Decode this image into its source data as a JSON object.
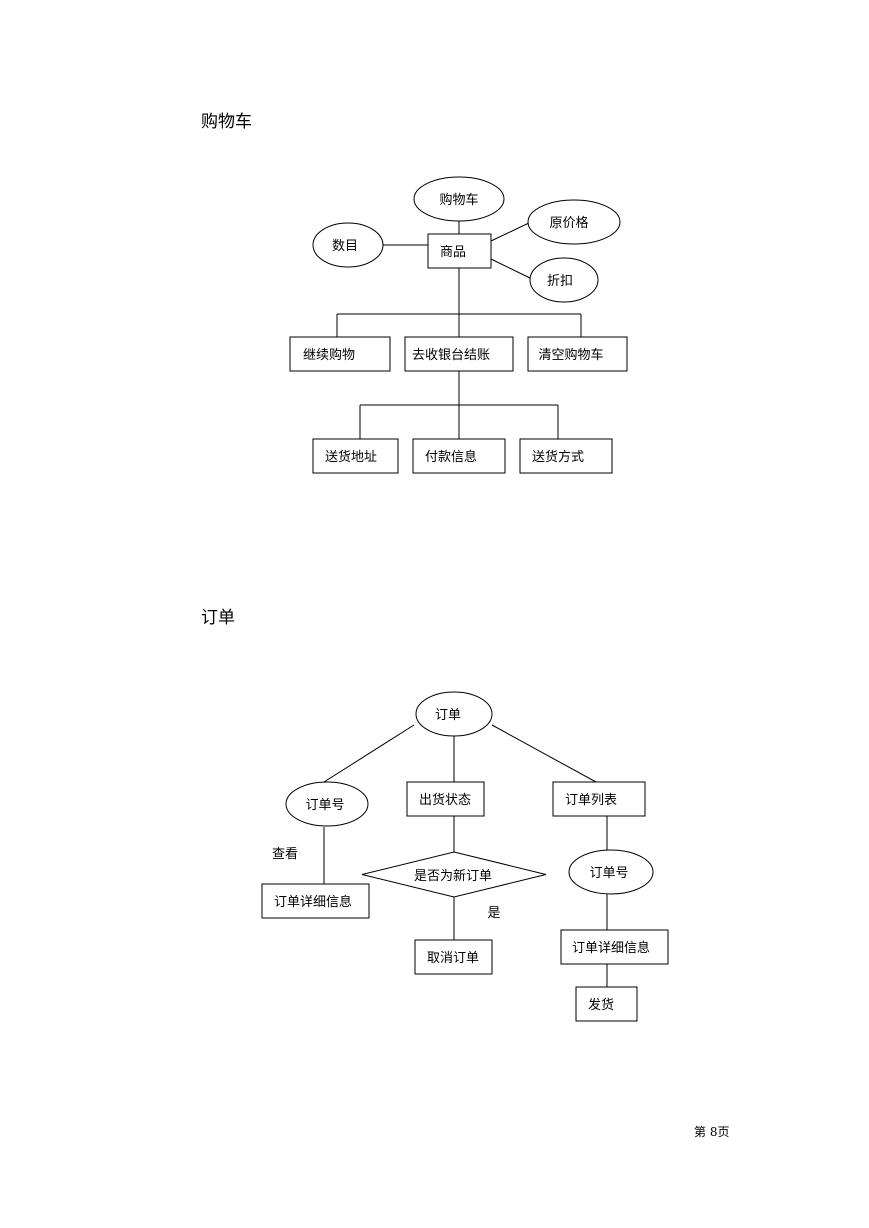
{
  "cart": {
    "heading": "购物车",
    "nodes": {
      "cart": "购物车",
      "original_price": "原价格",
      "quantity": "数目",
      "product": "商品",
      "discount": "折扣",
      "continue_shopping": "继续购物",
      "checkout": "去收银台结账",
      "clear_cart": "清空购物车",
      "shipping_address": "送货地址",
      "payment_info": "付款信息",
      "shipping_method": "送货方式"
    }
  },
  "order": {
    "heading": "订单",
    "nodes": {
      "order": "订单",
      "order_no_left": "订单号",
      "shipping_status": "出货状态",
      "order_list": "订单列表",
      "view_label": "查看",
      "order_detail_left": "订单详细信息",
      "is_new_order": "是否为新订单",
      "order_no_right": "订单号",
      "yes_label": "是",
      "cancel_order": "取消订单",
      "order_detail_right": "订单详细信息",
      "ship": "发货"
    }
  },
  "footer": {
    "page_label": "第 8页"
  }
}
